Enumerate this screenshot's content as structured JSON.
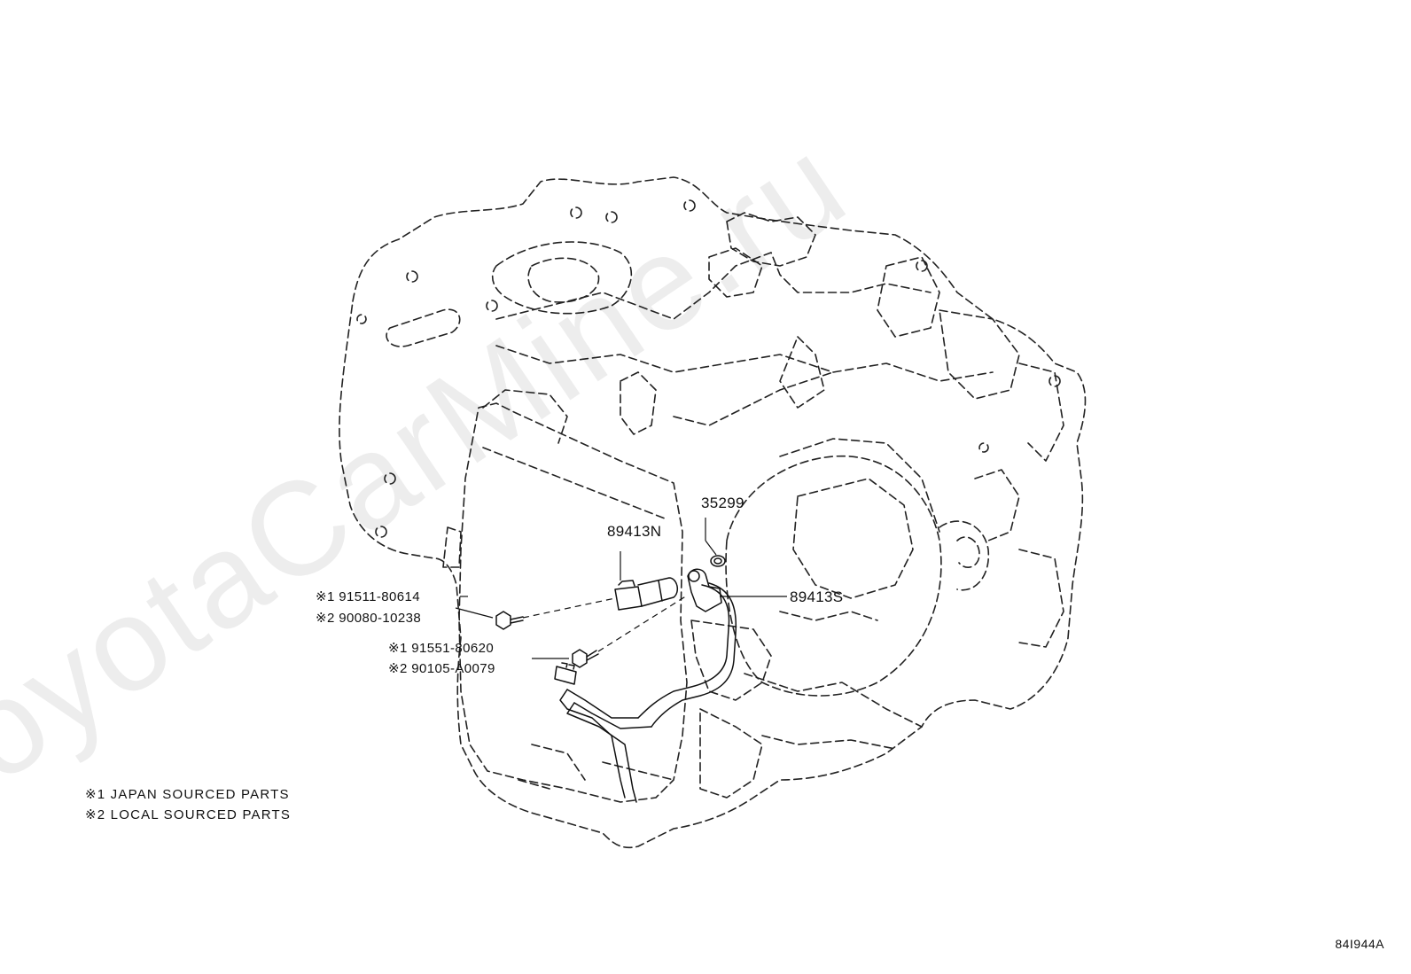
{
  "diagram": {
    "watermark": "ToyotaCarMine.ru",
    "document_code": "84I944A",
    "parts": [
      {
        "id": "p35299",
        "label": "35299"
      },
      {
        "id": "p89413N",
        "label": "89413N"
      },
      {
        "id": "p89413S",
        "label": "89413S"
      }
    ],
    "fasteners": [
      {
        "mark": "※1",
        "part_no": "91511-80614"
      },
      {
        "mark": "※2",
        "part_no": "90080-10238"
      },
      {
        "mark": "※1",
        "part_no": "91551-80620"
      },
      {
        "mark": "※2",
        "part_no": "90105-A0079"
      }
    ],
    "legend": [
      "※1 JAPAN SOURCED PARTS",
      "※2 LOCAL SOURCED PARTS"
    ]
  }
}
